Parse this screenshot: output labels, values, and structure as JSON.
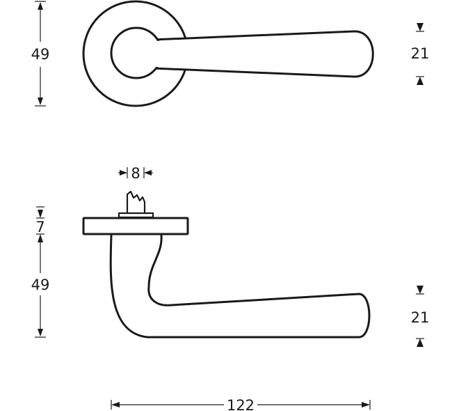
{
  "dimensions": {
    "rose_diameter_top": "49",
    "lever_grip_top": "21",
    "spindle_width": "8",
    "rose_thickness": "7",
    "lever_height_side": "49",
    "lever_grip_side": "21",
    "lever_length": "122"
  }
}
